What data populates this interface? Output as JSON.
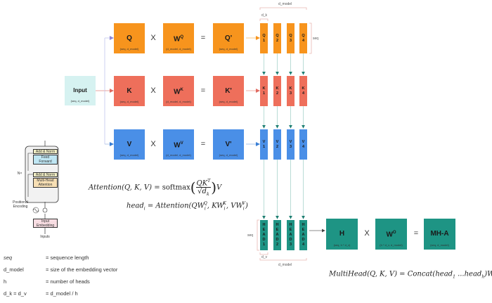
{
  "input_box": {
    "label": "Input",
    "dims": "(seq, d_model)"
  },
  "rows": [
    {
      "name": "q",
      "input": {
        "label": "Q",
        "dims": "(seq, d_model)"
      },
      "weight": {
        "label": "W",
        "sup": "Q",
        "dims": "(d_model, d_model)"
      },
      "result": {
        "label": "Q'",
        "dims": "(seq, d_model)"
      },
      "cols": [
        "Q\n1",
        "Q\n2",
        "Q\n3",
        "Q\n4"
      ],
      "color": "#F7941D"
    },
    {
      "name": "k",
      "input": {
        "label": "K",
        "dims": "(seq, d_model)"
      },
      "weight": {
        "label": "W",
        "sup": "K",
        "dims": "(d_model, d_model)"
      },
      "result": {
        "label": "K'",
        "dims": "(seq, d_model)"
      },
      "cols": [
        "K\n1",
        "K\n2",
        "K\n3",
        "K\n4"
      ],
      "color": "#EE6F5B"
    },
    {
      "name": "v",
      "input": {
        "label": "V",
        "dims": "(seq, d_model)"
      },
      "weight": {
        "label": "W",
        "sup": "V",
        "dims": "(d_model, d_model)"
      },
      "result": {
        "label": "V'",
        "dims": "(seq, d_model)"
      },
      "cols": [
        "V\n1",
        "V\n2",
        "V\n3",
        "V\n4"
      ],
      "color": "#4A8FE7"
    }
  ],
  "operators": {
    "multiply": "X",
    "equals": "="
  },
  "heads": {
    "cols": [
      "H\nE\nA\nD\n1",
      "H\nE\nA\nD\n2",
      "H\nE\nA\nD\n3",
      "H\nE\nA\nD\n4"
    ],
    "color": "#1E9484"
  },
  "annotations": {
    "d_model_top": "d_model",
    "d_k": "d_k",
    "seq_top": "seq",
    "seq_bottom": "seq",
    "d_v": "d_v",
    "d_model_bottom": "d_model"
  },
  "output_row": {
    "h": {
      "label": "H",
      "dims": "(seq, h * d_v)"
    },
    "wo": {
      "label": "W",
      "sup": "O",
      "dims": "(h * d_v, d_model)"
    },
    "mha": {
      "label": "MH-A",
      "dims": "(seq, d_model)"
    }
  },
  "formulas": {
    "attention_lhs": "Attention(Q, K, V) = ",
    "attention_softmax": "softmax",
    "attention_num": "QK",
    "attention_num_sup": "T",
    "attention_den": "d",
    "attention_den_sub": "k",
    "attention_tail": "V",
    "head": "head",
    "head_sub": "i",
    "head_rhs": " = Attention(QW",
    "multihead": "MultiHead(Q, K, V) = Concat(head",
    "multihead_sub1": "1",
    "multihead_mid": " ...head",
    "multihead_subh": "h",
    "multihead_tail": ")W",
    "multihead_sup": "O"
  },
  "transformer": {
    "add_norm_1": "Add & Norm",
    "feed_forward": "Feed\nForward",
    "add_norm_2": "Add & Norm",
    "mha": "Multi-Head\nAttention",
    "nx": "N×",
    "positional": "Positional\nEncoding",
    "embedding": "Input\nEmbedding",
    "inputs": "Inputs"
  },
  "legend": [
    {
      "key": "seq",
      "value": "= sequence length"
    },
    {
      "key": "d_model",
      "value": "= size of the embedding vector"
    },
    {
      "key": "h",
      "value": "= number of heads"
    },
    {
      "key": "d_k = d_v",
      "value": "= d_model / h"
    }
  ]
}
